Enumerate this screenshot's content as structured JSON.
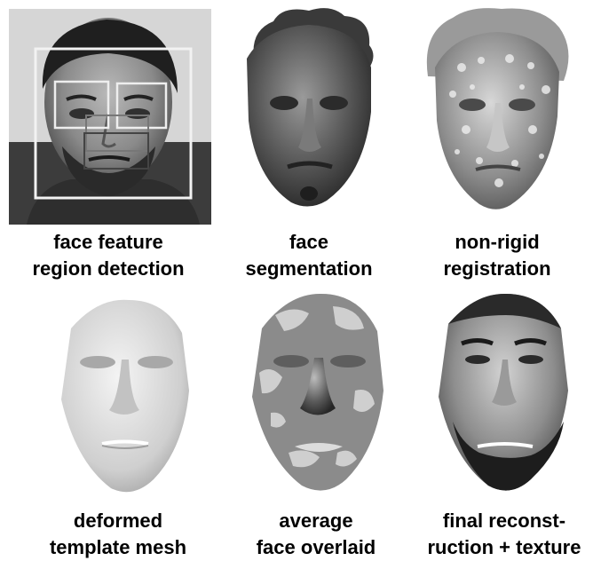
{
  "panels": [
    {
      "line1": "face feature",
      "line2": "region detection"
    },
    {
      "line1": "face",
      "line2": "segmentation"
    },
    {
      "line1": "non-rigid",
      "line2": "registration"
    },
    {
      "line1": "deformed",
      "line2": "template mesh"
    },
    {
      "line1": "average",
      "line2": "face overlaid"
    },
    {
      "line1": "final reconst-",
      "line2": "ruction + texture"
    }
  ]
}
